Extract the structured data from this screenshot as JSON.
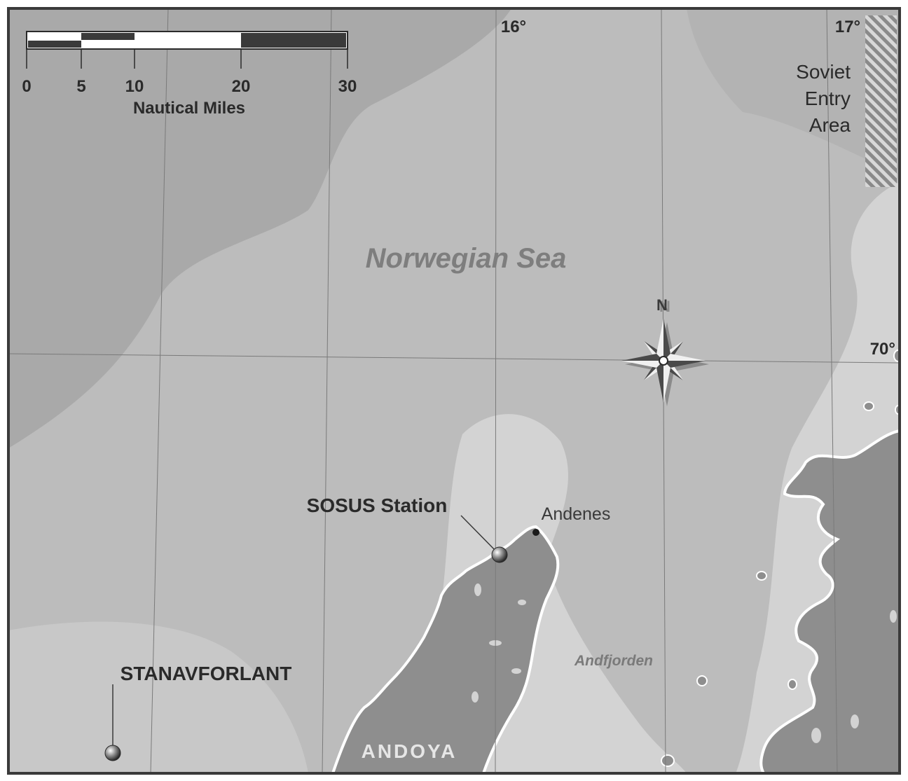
{
  "map": {
    "sea_name": "Norwegian Sea",
    "bay_name": "Andfjorden",
    "island_name": "ANDOYA",
    "features": {
      "sosus": "SOSUS Station",
      "andenes": "Andenes",
      "stanavforlant": "STANAVFORLANT",
      "soviet_entry_line1": "Soviet",
      "soviet_entry_line2": "Entry",
      "soviet_entry_line3": "Area"
    },
    "graticule": {
      "lon_16": "16°",
      "lon_17": "17°",
      "lat_70": "70°"
    },
    "compass": {
      "north": "N"
    }
  },
  "scale_bar": {
    "ticks": [
      "0",
      "5",
      "10",
      "20",
      "30"
    ],
    "unit": "Nautical Miles"
  },
  "colors": {
    "deep_water": "#a9a9a9",
    "mid_water": "#bcbcbc",
    "shallow_water": "#d3d3d3",
    "land": "#8e8e8e",
    "border": "#3a3a3a"
  }
}
